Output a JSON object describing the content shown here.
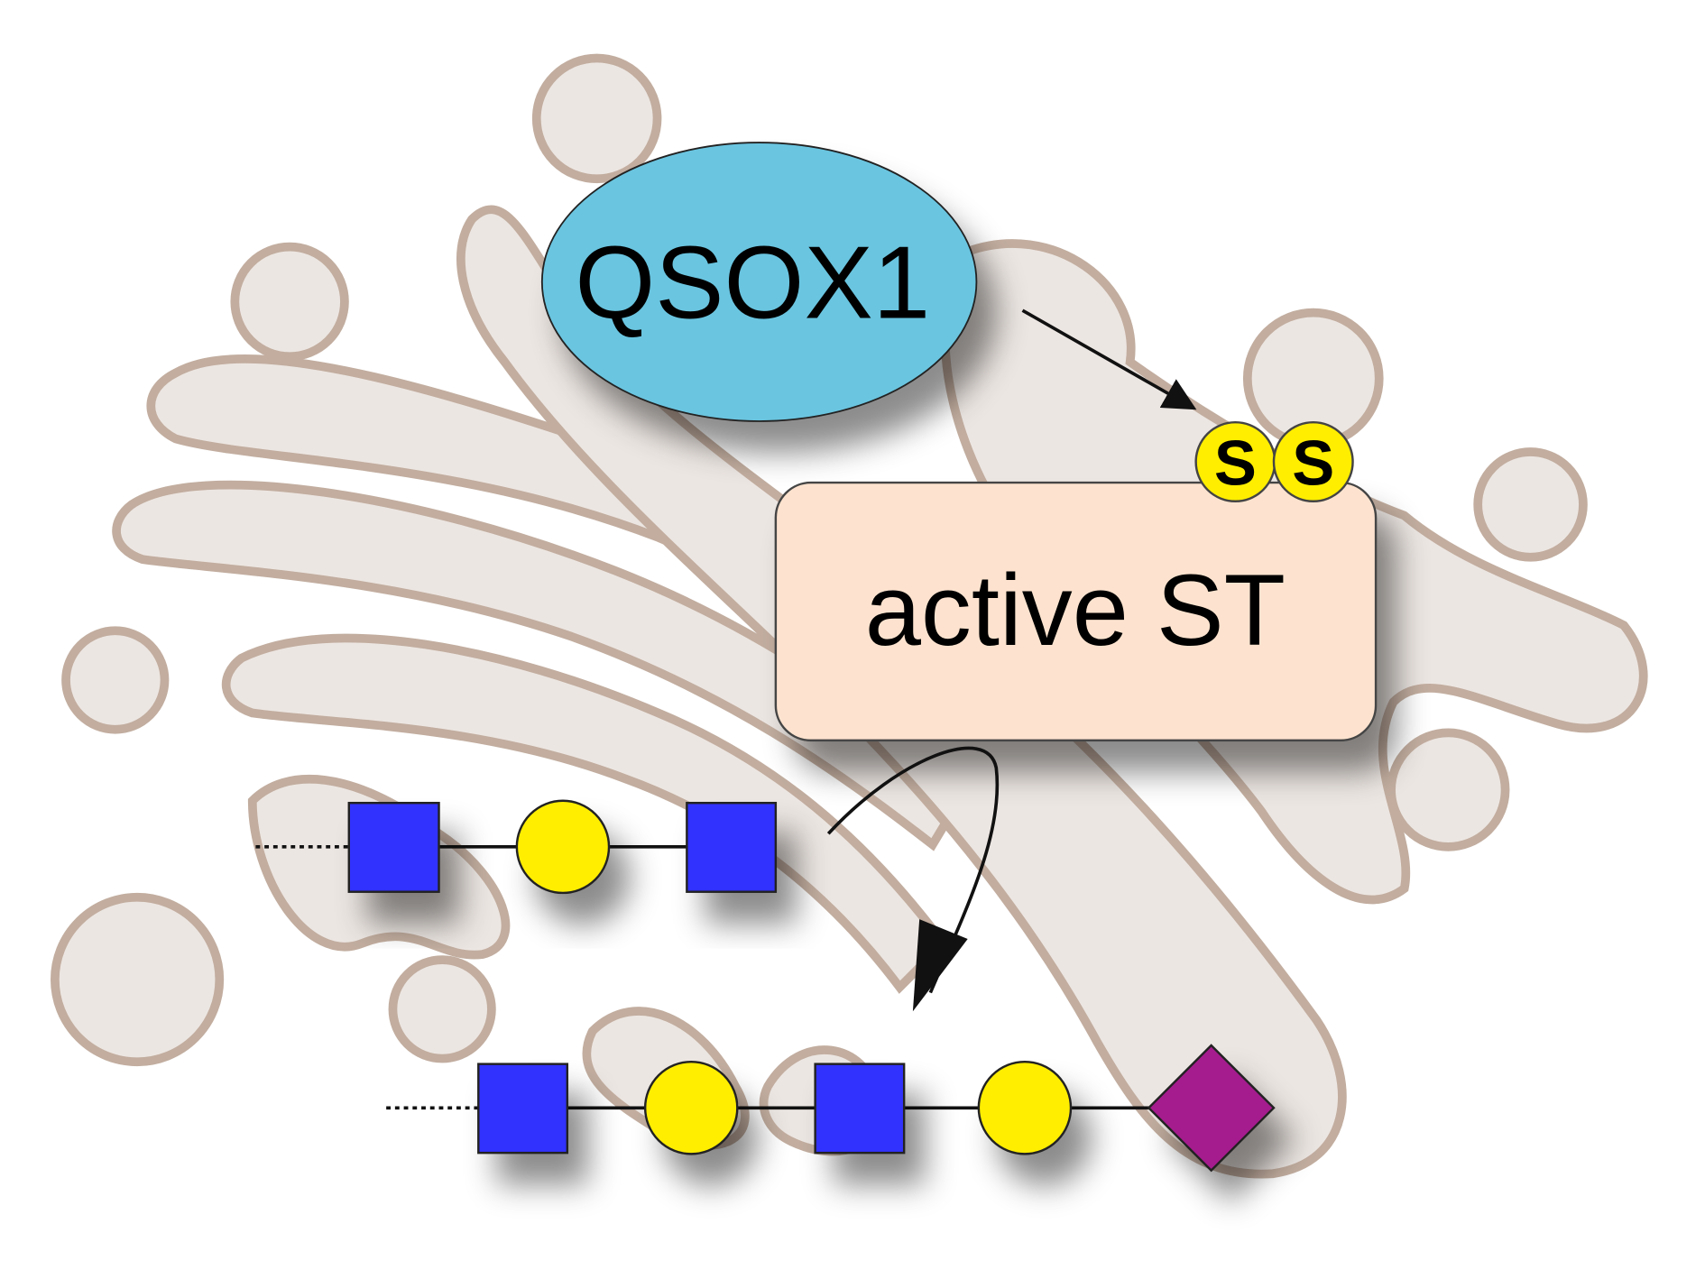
{
  "diagram": {
    "enzyme_label": "QSOX1",
    "disulfide_labels": [
      "S",
      "S"
    ],
    "target_label": "active ST",
    "colors": {
      "qsox1": "#6bc5e0",
      "active_st": "#fde3cf",
      "sulfur": "#ffee00",
      "glcnac_square": "#3333ff",
      "galactose_circle": "#ffee00",
      "sialic_acid_diamond": "#a51d8e",
      "golgi_fill": "#ece6e2",
      "golgi_outline": "#c2ad9f"
    },
    "glycan_before": [
      "square",
      "circle",
      "square"
    ],
    "glycan_after": [
      "square",
      "circle",
      "square",
      "circle",
      "diamond"
    ]
  }
}
